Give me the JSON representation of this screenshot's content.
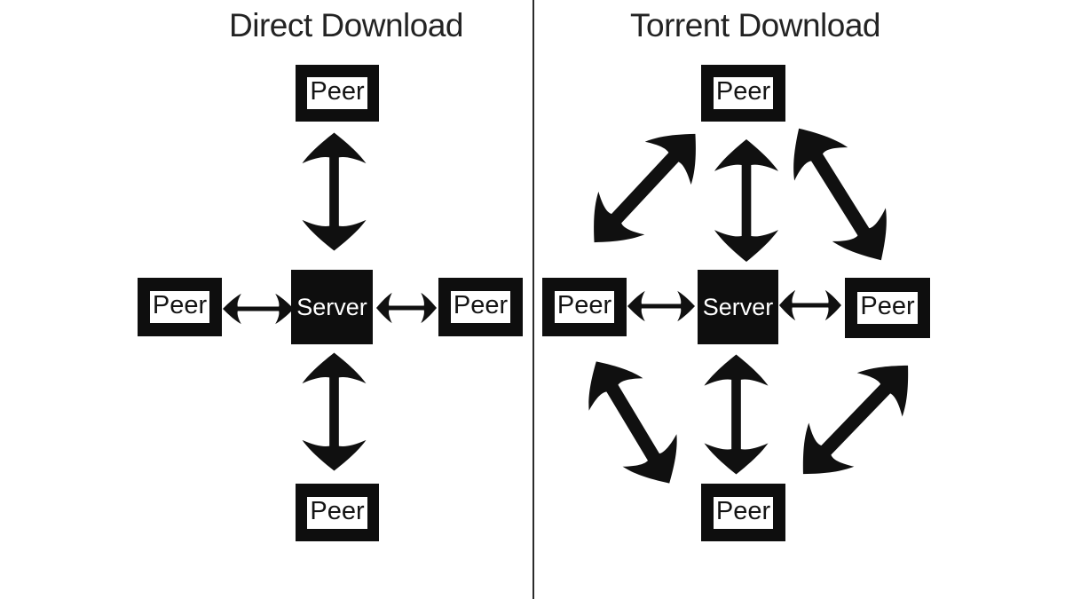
{
  "canvas": {
    "background": "#ffffff",
    "ink": "#101010",
    "divider_color": "#2b2b2b"
  },
  "left_panel": {
    "title": "Direct Download",
    "server_label": "Server",
    "peers": {
      "top": "Peer",
      "left": "Peer",
      "right": "Peer",
      "bottom": "Peer"
    }
  },
  "right_panel": {
    "title": "Torrent Download",
    "server_label": "Server",
    "peers": {
      "top": "Peer",
      "left": "Peer",
      "right": "Peer",
      "bottom": "Peer"
    }
  }
}
